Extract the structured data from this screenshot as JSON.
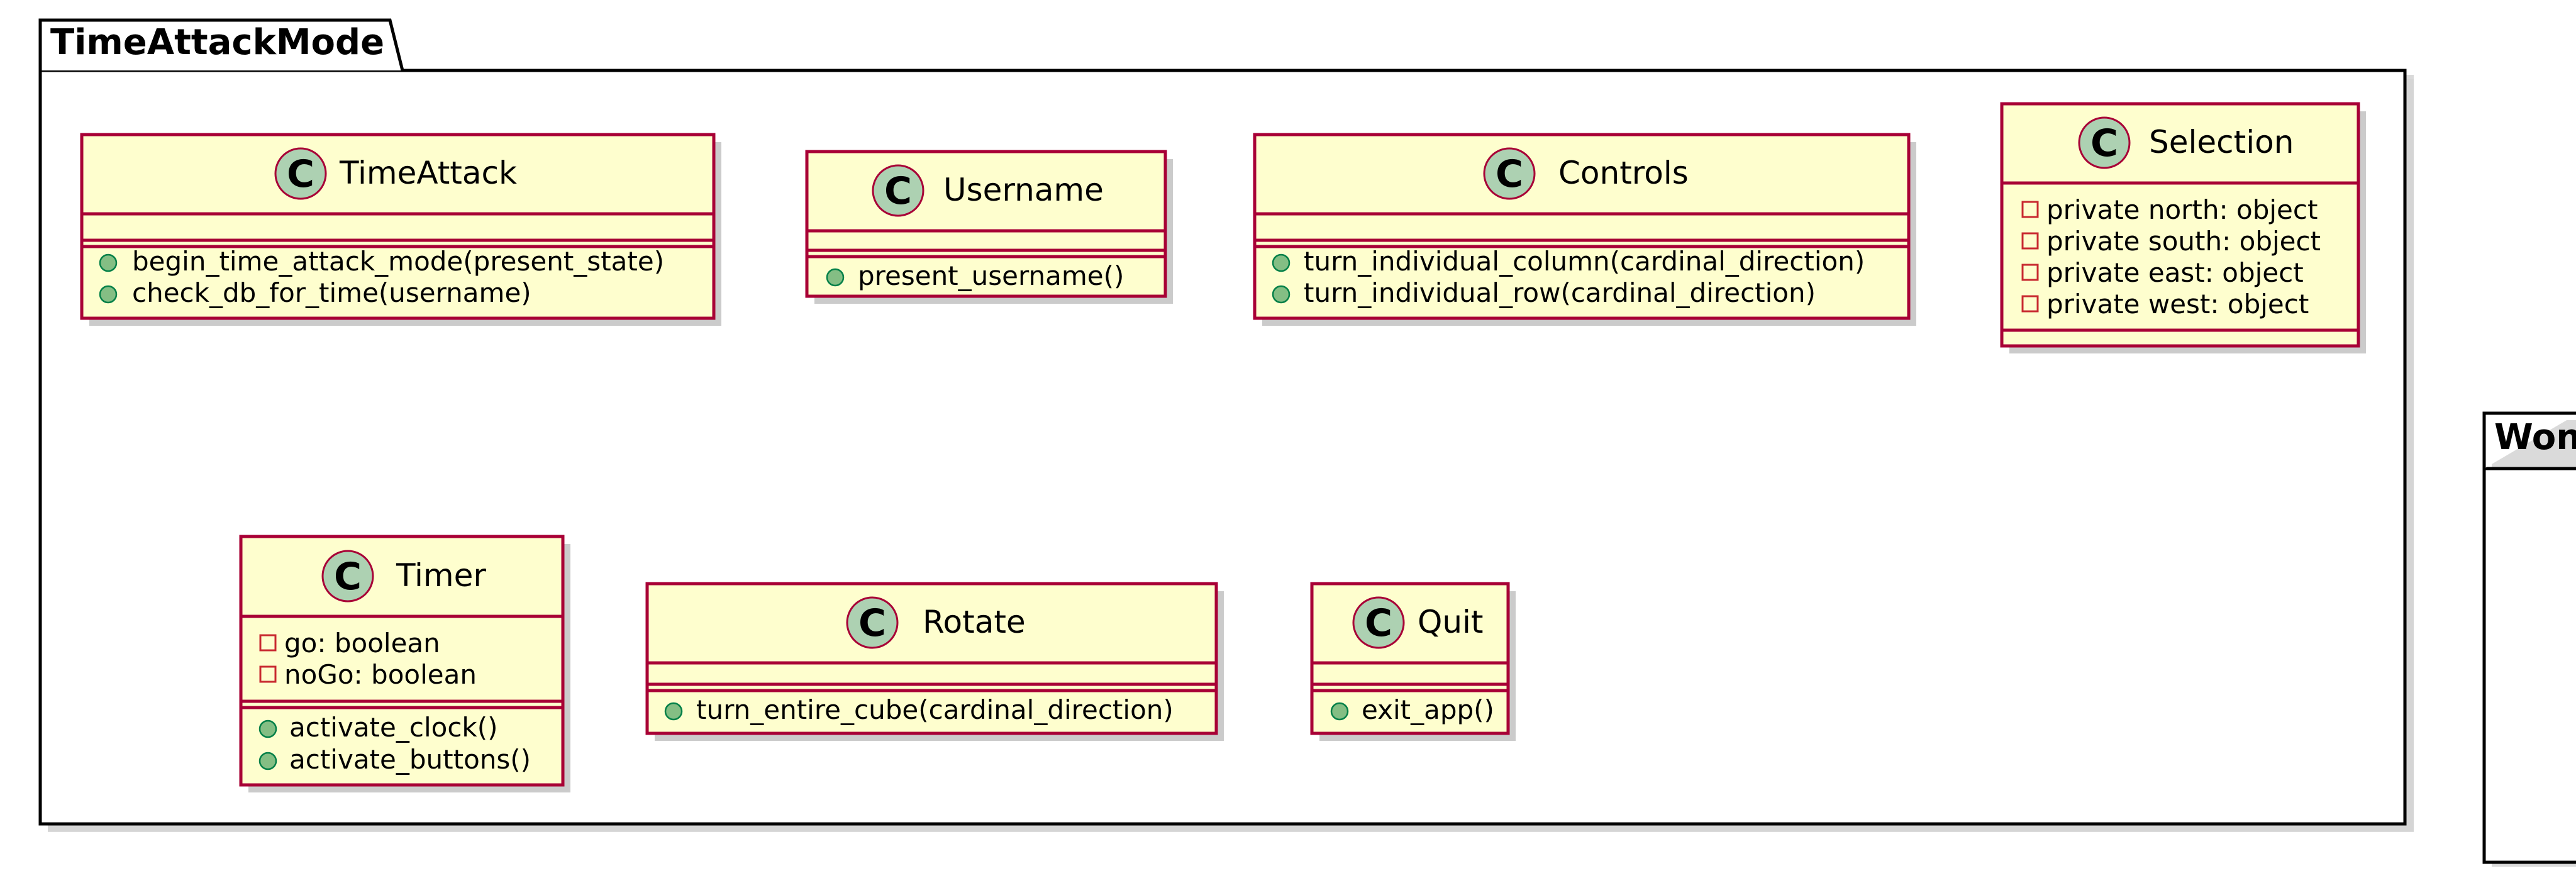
{
  "packages": [
    {
      "id": "time-attack-mode",
      "name": "TimeAttackMode",
      "classes": [
        {
          "id": "timeattack",
          "stereotype_letter": "C",
          "name": "TimeAttack",
          "attributes": [],
          "methods": [
            {
              "visibility": "public",
              "text": "begin_time_attack_mode(present_state)"
            },
            {
              "visibility": "public",
              "text": "check_db_for_time(username)"
            }
          ]
        },
        {
          "id": "username",
          "stereotype_letter": "C",
          "name": "Username",
          "attributes": [],
          "methods": [
            {
              "visibility": "public",
              "text": "present_username()"
            }
          ]
        },
        {
          "id": "controls",
          "stereotype_letter": "C",
          "name": "Controls",
          "attributes": [],
          "methods": [
            {
              "visibility": "public",
              "text": "turn_individual_column(cardinal_direction)"
            },
            {
              "visibility": "public",
              "text": "turn_individual_row(cardinal_direction)"
            }
          ]
        },
        {
          "id": "selection",
          "stereotype_letter": "C",
          "name": "Selection",
          "attributes": [
            {
              "visibility": "private",
              "text": "private north: object"
            },
            {
              "visibility": "private",
              "text": "private south: object"
            },
            {
              "visibility": "private",
              "text": "private east: object"
            },
            {
              "visibility": "private",
              "text": "private west: object"
            }
          ],
          "methods": []
        },
        {
          "id": "timer",
          "stereotype_letter": "C",
          "name": "Timer",
          "attributes": [
            {
              "visibility": "private",
              "text": "go: boolean"
            },
            {
              "visibility": "private",
              "text": "noGo: boolean"
            }
          ],
          "methods": [
            {
              "visibility": "public",
              "text": "activate_clock()"
            },
            {
              "visibility": "public",
              "text": "activate_buttons()"
            }
          ]
        },
        {
          "id": "rotate",
          "stereotype_letter": "C",
          "name": "Rotate",
          "attributes": [],
          "methods": [
            {
              "visibility": "public",
              "text": "turn_entire_cube(cardinal_direction)"
            }
          ]
        },
        {
          "id": "quit",
          "stereotype_letter": "C",
          "name": "Quit",
          "attributes": [],
          "methods": [
            {
              "visibility": "public",
              "text": "exit_app()"
            }
          ]
        }
      ]
    },
    {
      "id": "partial-package",
      "name": "Won",
      "classes": []
    }
  ]
}
